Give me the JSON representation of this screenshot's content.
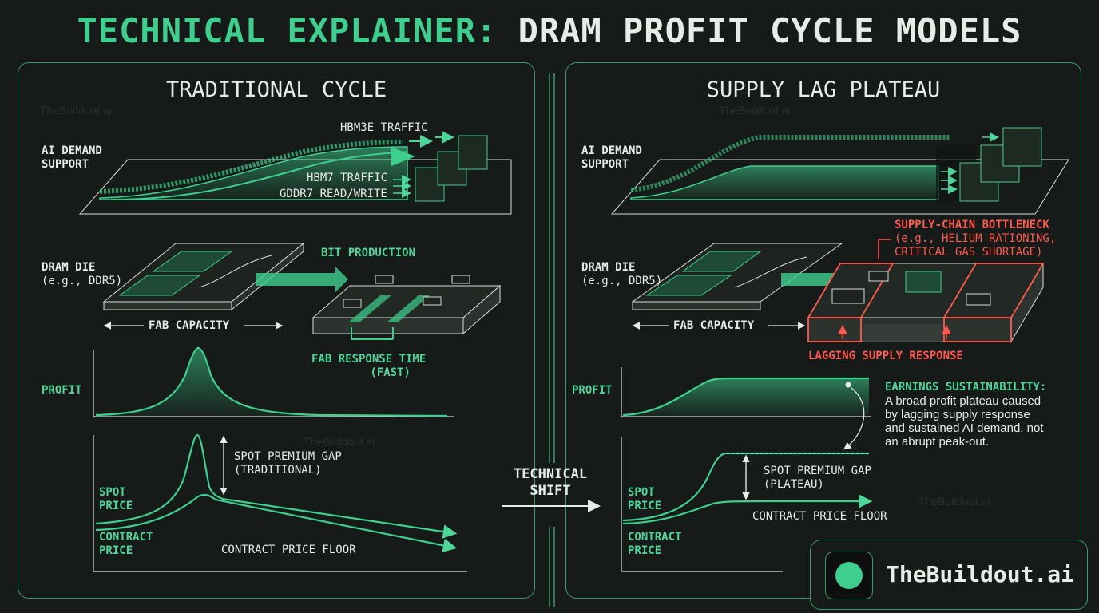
{
  "title": {
    "accent": "TECHNICAL EXPLAINER:",
    "rest": "DRAM PROFIT CYCLE MODELS"
  },
  "watermark": "TheBuildout.ai",
  "left": {
    "title": "TRADITIONAL CYCLE",
    "ai_demand": [
      "AI DEMAND",
      "SUPPORT"
    ],
    "traffic": {
      "hbm3e": "HBM3E TRAFFIC",
      "hbm7": "HBM7 TRAFFIC",
      "gddr7": "GDDR7 READ/WRITE"
    },
    "dram_die": [
      "DRAM DIE",
      "(e.g., DDR5)"
    ],
    "bit_production": "BIT PRODUCTION",
    "fab_capacity": "FAB CAPACITY",
    "fab_response": [
      "FAB RESPONSE TIME",
      "(FAST)"
    ],
    "profit": "PROFIT",
    "spot_gap": [
      "SPOT PREMIUM GAP",
      "(TRADITIONAL)"
    ],
    "spot_price": [
      "SPOT",
      "PRICE"
    ],
    "contract_price": [
      "CONTRACT",
      "PRICE"
    ],
    "contract_floor": "CONTRACT PRICE FLOOR"
  },
  "shift": [
    "TECHNICAL",
    "SHIFT"
  ],
  "right": {
    "title": "SUPPLY LAG PLATEAU",
    "ai_demand": [
      "AI DEMAND",
      "SUPPORT"
    ],
    "bottleneck": [
      "SUPPLY-CHAIN BOTTLENECK",
      "(e.g., HELIUM RATIONING,",
      "CRITICAL GAS SHORTAGE)"
    ],
    "dram_die": [
      "DRAM DIE",
      "(e.g., DDR5)"
    ],
    "fab_capacity": "FAB CAPACITY",
    "lagging": "LAGGING SUPPLY RESPONSE",
    "profit": "PROFIT",
    "earnings_title": "EARNINGS SUSTAINABILITY:",
    "earnings_text": [
      "A broad profit plateau caused",
      "by lagging supply response",
      "and sustained AI demand, not",
      "an abrupt peak-out."
    ],
    "spot_gap": [
      "SPOT PREMIUM GAP",
      "(PLATEAU)"
    ],
    "spot_price": [
      "SPOT",
      "PRICE"
    ],
    "contract_price": [
      "CONTRACT",
      "PRICE"
    ],
    "contract_floor": "CONTRACT PRICE FLOOR"
  },
  "brand": "TheBuildout.ai",
  "colors": {
    "accent": "#3ecf8e",
    "border": "#3a9c6c",
    "warning": "#ff5a4e",
    "background": "#161a18"
  }
}
